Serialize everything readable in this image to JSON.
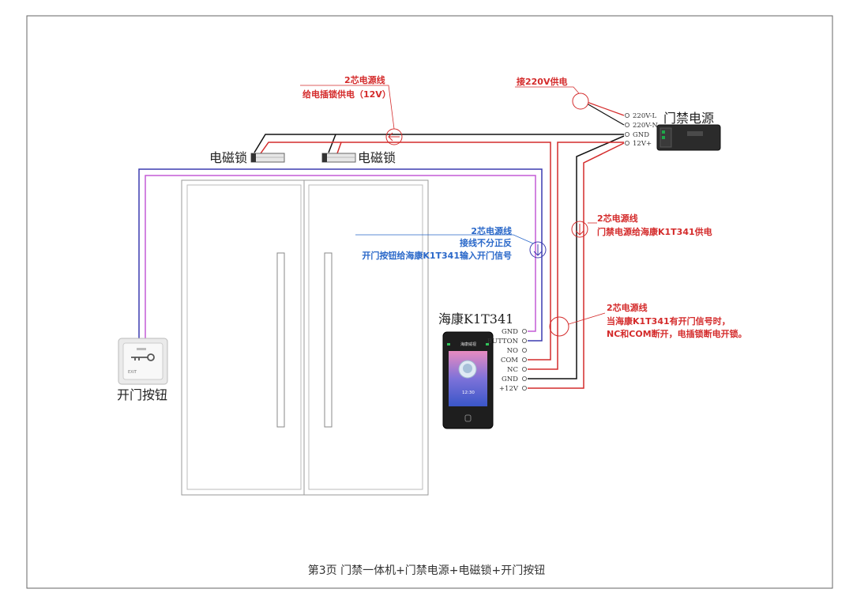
{
  "devices": {
    "maglock_left": "电磁锁",
    "maglock_right": "电磁锁",
    "power_supply": "门禁电源",
    "terminal": "海康K1T341",
    "exit_button": "开门按钮",
    "exit_button_face": "EXIT"
  },
  "power_terminals": [
    "220V-L",
    "220V-N",
    "GND",
    "12V+"
  ],
  "terminal_pins": [
    "GND",
    "BUTTON",
    "NO",
    "COM",
    "NC",
    "GND",
    "+12V"
  ],
  "screen": {
    "brand": "海康威视",
    "time": "12:30"
  },
  "notes": {
    "mains": "接220V供电",
    "lock_power_title": "2芯电源线",
    "lock_power_desc": "给电插锁供电（12V）",
    "button_title": "2芯电源线",
    "button_line2": "接线不分正反",
    "button_line3": "开门按钮给海康K1T341输入开门信号",
    "terminal_power_title": "2芯电源线",
    "terminal_power_desc": "门禁电源给海康K1T341供电",
    "relay_title": "2芯电源线",
    "relay_line2": "当海康K1T341有开门信号时，",
    "relay_line3": "NC和COM断开，电插锁断电开锁。"
  },
  "footer": "第3页  门禁一体机+门禁电源+电磁锁+开门按钮",
  "colors": {
    "red_wire": "#d42b2b",
    "black_wire": "#111111",
    "blue_wire": "#3b3bb0",
    "purple_wire": "#c45cd6",
    "red_text": "#d42b2b",
    "blue_text": "#2a68c9"
  }
}
